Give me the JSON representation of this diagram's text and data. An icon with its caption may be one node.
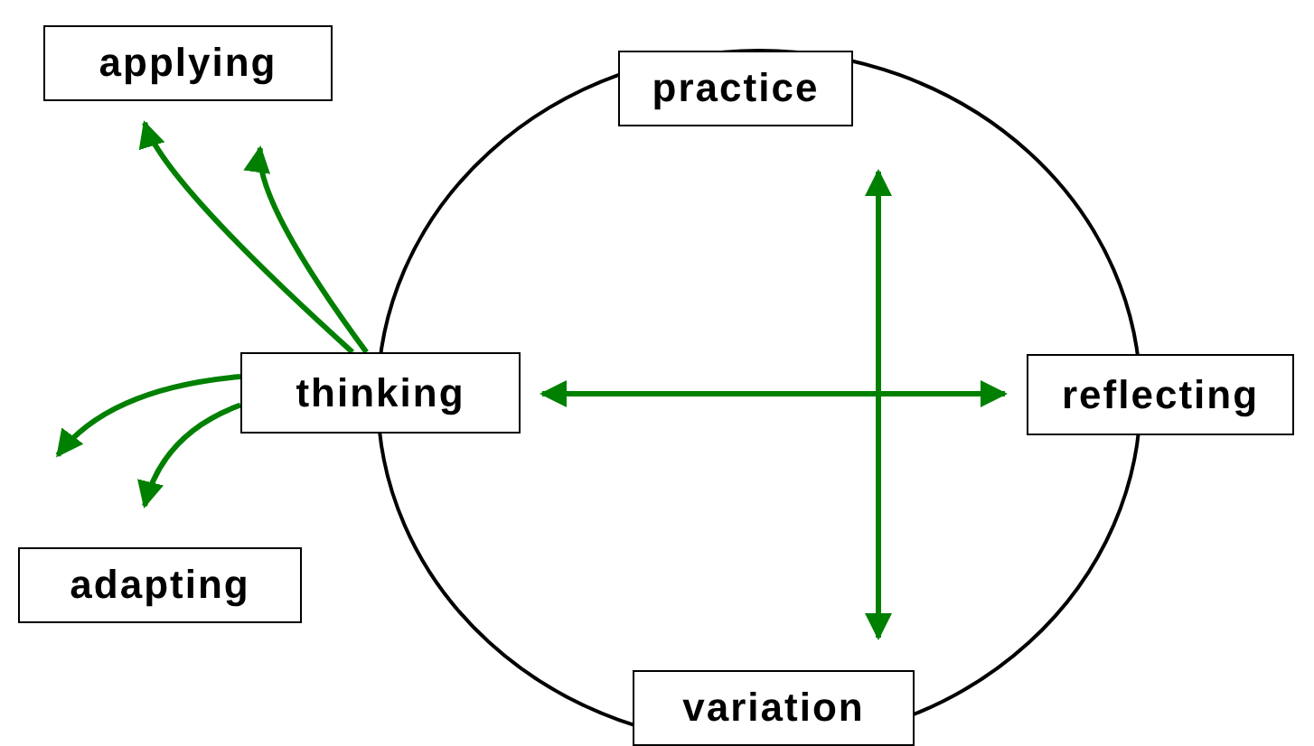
{
  "diagram": {
    "nodes": [
      {
        "text": [
          "applying"
        ]
      },
      {
        "text": [
          "practice"
        ]
      },
      {
        "text": [
          "thinking"
        ]
      },
      {
        "text": [
          "reflecting"
        ]
      },
      {
        "text": [
          "adapting"
        ]
      },
      {
        "text": [
          "variation"
        ]
      }
    ],
    "edges": [
      {
        "from": 2,
        "to": 0,
        "arrow": "to"
      },
      {
        "from": 2,
        "to": 0,
        "arrow": "to"
      },
      {
        "from": 2,
        "to": 4,
        "arrow": "to"
      },
      {
        "from": 2,
        "to": 4,
        "arrow": "to"
      },
      {
        "from": 2,
        "to": 3,
        "arrow": "both"
      },
      {
        "from": 1,
        "to": 5,
        "arrow": "both"
      }
    ]
  }
}
